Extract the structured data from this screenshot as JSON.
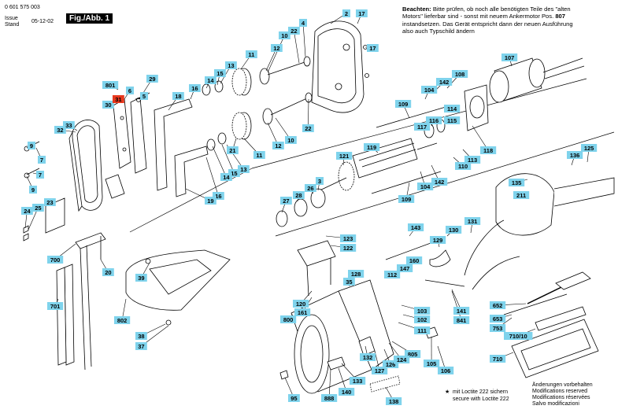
{
  "header": {
    "doc_number": "0 601 575 003",
    "issue_label": "Issue",
    "stand_label": "Stand",
    "date": "05-12-02",
    "figure_label": "Fig./Abb. 1"
  },
  "note": {
    "bold": "Beachten:",
    "text": " Bitte prüfen, ob noch alle benötigten Teile des \"alten Motors\" lieferbar sind - sonst mit neuem Ankermotor Pos. ",
    "pos": "807",
    "text2": " instandsetzen. Das Gerät entspricht dann der neuen Ausführung also auch Typschild ändern"
  },
  "footer": {
    "loctite_de": "mit Loctite 222 sichern",
    "loctite_en": "secure with Loctite 222",
    "changes_de": "Änderungen vorbehalten",
    "changes_en": "Modifications reserved",
    "changes_fr": "Modifications réservées",
    "changes_it": "Salvo modificazioni"
  },
  "colors": {
    "label_bg": "#7fd3ec",
    "highlight_bg": "#e8391e",
    "line": "#000000"
  },
  "labels": [
    {
      "id": "l801",
      "text": "801"
    },
    {
      "id": "l6",
      "text": "6"
    },
    {
      "id": "l5",
      "text": "5"
    },
    {
      "id": "l29",
      "text": "29"
    },
    {
      "id": "l30",
      "text": "30"
    },
    {
      "id": "l31",
      "text": "31",
      "highlight": true
    },
    {
      "id": "l32",
      "text": "32"
    },
    {
      "id": "l33",
      "text": "33"
    },
    {
      "id": "l9a",
      "text": "9"
    },
    {
      "id": "l7a",
      "text": "7"
    },
    {
      "id": "l7b",
      "text": "7"
    },
    {
      "id": "l9b",
      "text": "9"
    },
    {
      "id": "l23",
      "text": "23"
    },
    {
      "id": "l24",
      "text": "24"
    },
    {
      "id": "l25",
      "text": "25"
    },
    {
      "id": "l700",
      "text": "700"
    },
    {
      "id": "l20",
      "text": "20"
    },
    {
      "id": "l701",
      "text": "701"
    },
    {
      "id": "l18",
      "text": "18"
    },
    {
      "id": "l16a",
      "text": "16"
    },
    {
      "id": "l14a",
      "text": "14"
    },
    {
      "id": "l15a",
      "text": "15"
    },
    {
      "id": "l13a",
      "text": "13"
    },
    {
      "id": "l11a",
      "text": "11"
    },
    {
      "id": "l12a",
      "text": "12"
    },
    {
      "id": "l10a",
      "text": "10"
    },
    {
      "id": "l22a",
      "text": "22"
    },
    {
      "id": "l4",
      "text": "4"
    },
    {
      "id": "l2",
      "text": "2"
    },
    {
      "id": "l17a",
      "text": "17"
    },
    {
      "id": "l17b",
      "text": "17"
    },
    {
      "id": "l22b",
      "text": "22"
    },
    {
      "id": "l10b",
      "text": "10"
    },
    {
      "id": "l12b",
      "text": "12"
    },
    {
      "id": "l11b",
      "text": "11"
    },
    {
      "id": "l13b",
      "text": "13"
    },
    {
      "id": "l15b",
      "text": "15"
    },
    {
      "id": "l14b",
      "text": "14"
    },
    {
      "id": "l16b",
      "text": "16"
    },
    {
      "id": "l19",
      "text": "19"
    },
    {
      "id": "l21",
      "text": "21"
    },
    {
      "id": "l39",
      "text": "39"
    },
    {
      "id": "l802",
      "text": "802"
    },
    {
      "id": "l38",
      "text": "38"
    },
    {
      "id": "l37",
      "text": "37"
    },
    {
      "id": "l107",
      "text": "107"
    },
    {
      "id": "l108",
      "text": "108"
    },
    {
      "id": "l142a",
      "text": "142"
    },
    {
      "id": "l104a",
      "text": "104"
    },
    {
      "id": "l109a",
      "text": "109"
    },
    {
      "id": "l114",
      "text": "114"
    },
    {
      "id": "l115",
      "text": "115"
    },
    {
      "id": "l116",
      "text": "116"
    },
    {
      "id": "l117",
      "text": "117"
    },
    {
      "id": "l118",
      "text": "118"
    },
    {
      "id": "l121",
      "text": "121"
    },
    {
      "id": "l119",
      "text": "119"
    },
    {
      "id": "l113",
      "text": "113"
    },
    {
      "id": "l110",
      "text": "110"
    },
    {
      "id": "l142b",
      "text": "142"
    },
    {
      "id": "l104b",
      "text": "104"
    },
    {
      "id": "l109b",
      "text": "109"
    },
    {
      "id": "l136",
      "text": "136"
    },
    {
      "id": "l125",
      "text": "125"
    },
    {
      "id": "l26",
      "text": "26"
    },
    {
      "id": "l3",
      "text": "3"
    },
    {
      "id": "l28",
      "text": "28"
    },
    {
      "id": "l27",
      "text": "27"
    },
    {
      "id": "l211",
      "text": "211"
    },
    {
      "id": "l135",
      "text": "135"
    },
    {
      "id": "l143",
      "text": "143"
    },
    {
      "id": "l131",
      "text": "131"
    },
    {
      "id": "l130",
      "text": "130"
    },
    {
      "id": "l129",
      "text": "129"
    },
    {
      "id": "l123",
      "text": "123"
    },
    {
      "id": "l122",
      "text": "122"
    },
    {
      "id": "l160",
      "text": "160"
    },
    {
      "id": "l147",
      "text": "147"
    },
    {
      "id": "l112",
      "text": "112"
    },
    {
      "id": "l128",
      "text": "128"
    },
    {
      "id": "l35",
      "text": "35"
    },
    {
      "id": "l120",
      "text": "120"
    },
    {
      "id": "l161",
      "text": "161"
    },
    {
      "id": "l800",
      "text": "800"
    },
    {
      "id": "l103",
      "text": "103"
    },
    {
      "id": "l102",
      "text": "102"
    },
    {
      "id": "l111",
      "text": "111"
    },
    {
      "id": "l141",
      "text": "141"
    },
    {
      "id": "l841",
      "text": "841"
    },
    {
      "id": "l652",
      "text": "652"
    },
    {
      "id": "l653",
      "text": "653"
    },
    {
      "id": "l753",
      "text": "753"
    },
    {
      "id": "l710_10",
      "text": "710/10"
    },
    {
      "id": "l710",
      "text": "710"
    },
    {
      "id": "l805",
      "text": "805"
    },
    {
      "id": "l132",
      "text": "132"
    },
    {
      "id": "l127",
      "text": "127"
    },
    {
      "id": "l126",
      "text": "126"
    },
    {
      "id": "l124",
      "text": "124"
    },
    {
      "id": "l105",
      "text": "105"
    },
    {
      "id": "l106",
      "text": "106"
    },
    {
      "id": "l133",
      "text": "133"
    },
    {
      "id": "l95",
      "text": "95"
    },
    {
      "id": "l888",
      "text": "888"
    },
    {
      "id": "l140",
      "text": "140"
    },
    {
      "id": "l138",
      "text": "138"
    }
  ]
}
